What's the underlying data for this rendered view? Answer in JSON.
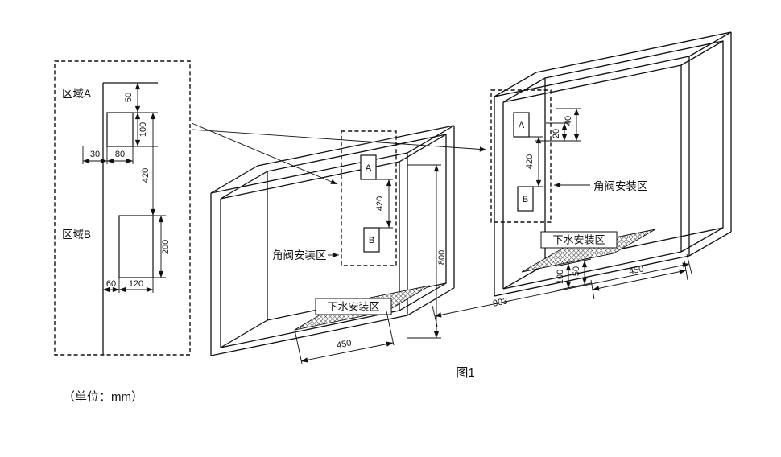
{
  "figure": {
    "caption": "图1",
    "units_note": "（单位：mm）"
  },
  "detail": {
    "zone_a_label": "区域A",
    "zone_b_label": "区域B",
    "dim_50": "50",
    "dim_100": "100",
    "dim_30": "30",
    "dim_80": "80",
    "dim_420": "420",
    "dim_200": "200",
    "dim_60": "60",
    "dim_120": "120"
  },
  "cab_mid": {
    "marker_a": "A",
    "marker_b": "B",
    "valve_label": "角阀安装区",
    "drain_label": "下水安装区",
    "dim_420": "420",
    "dim_800": "800",
    "dim_450": "450"
  },
  "cab_right": {
    "marker_a": "A",
    "marker_b": "B",
    "valve_label": "角阀安装区",
    "drain_label": "下水安装区",
    "dim_420": "420",
    "dim_20": "20",
    "dim_40": "40",
    "dim_100": "100",
    "dim_50": "50",
    "dim_450": "450",
    "dim_903": "903"
  }
}
